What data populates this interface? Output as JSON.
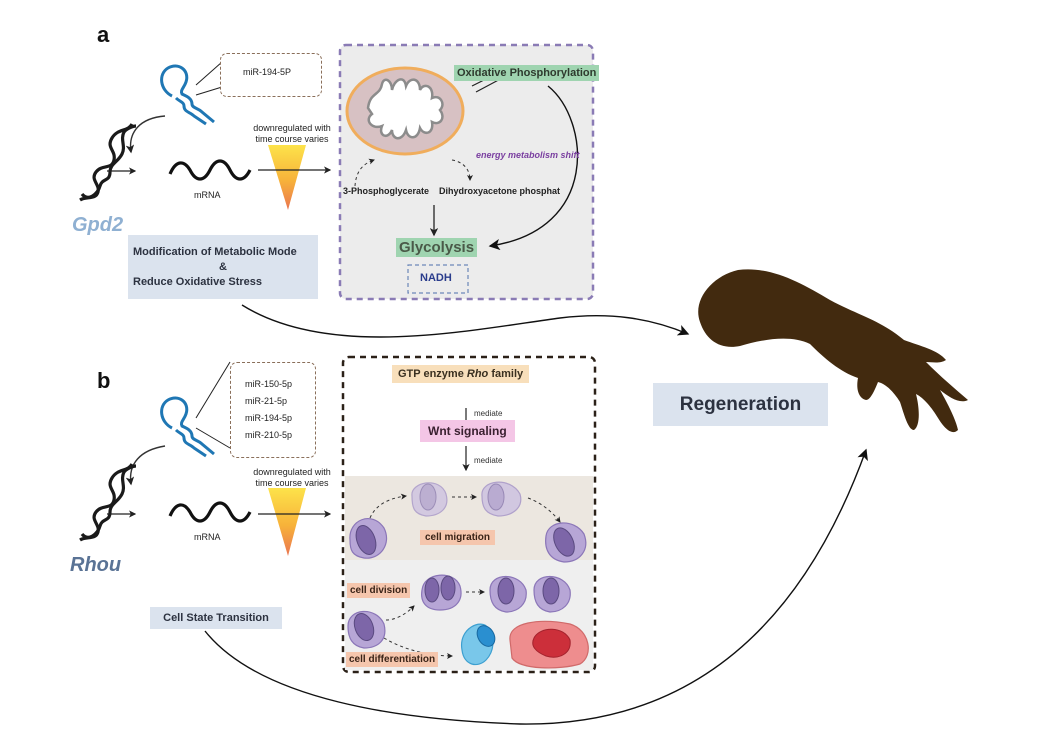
{
  "panel_a": {
    "label": "a",
    "gene": "Gpd2",
    "mirnas": [
      "miR-194-5P"
    ],
    "mrna_label": "mRNA",
    "trend_label_1": "downregulated with",
    "trend_label_2": "time course varies",
    "effect_line_1": "Modification of Metabolic Mode",
    "effect_line_2": "&",
    "effect_line_3": "Reduce Oxidative Stress",
    "mechanism": {
      "oxphos": "Oxidative Phosphorylation",
      "shift": "energy metabolism shift",
      "metabolite_1": "3-Phosphoglycerate",
      "metabolite_2": "Dihydroxyacetone phosphat",
      "glycolysis": "Glycolysis",
      "nadh": "NADH"
    }
  },
  "panel_b": {
    "label": "b",
    "gene": "Rhou",
    "mirnas": [
      "miR-150-5p",
      "miR-21-5p",
      "miR-194-5p",
      "miR-210-5p"
    ],
    "mrna_label": "mRNA",
    "trend_label_1": "downregulated with",
    "trend_label_2": "time course varies",
    "effect": "Cell State Transition",
    "mechanism": {
      "gtp_prefix": "GTP enzyme ",
      "gtp_italic": "Rho",
      "gtp_suffix": " family",
      "mediate_1": "mediate",
      "wnt": "Wnt signaling",
      "mediate_2": "mediate",
      "migration": "cell migration",
      "division": "cell division",
      "differentiation": "cell differentiation"
    }
  },
  "outcome": "Regeneration",
  "colors": {
    "mirna_blue": "#1f77b4",
    "gene_a": "#8fb0d2",
    "gene_b": "#5a7395",
    "oxphos_green": "#9fd4b0",
    "glycolysis_green": "#9fd4b0",
    "shift_purple": "#7a3fa0",
    "nadh_blue": "#2a3c8c",
    "gtp_orange": "#f8dfbb",
    "wnt_pink": "#f4c6e6",
    "process_salmon": "#f5c6ad",
    "limb_brown": "#422a0f",
    "box_blue": "#dbe3ee"
  }
}
